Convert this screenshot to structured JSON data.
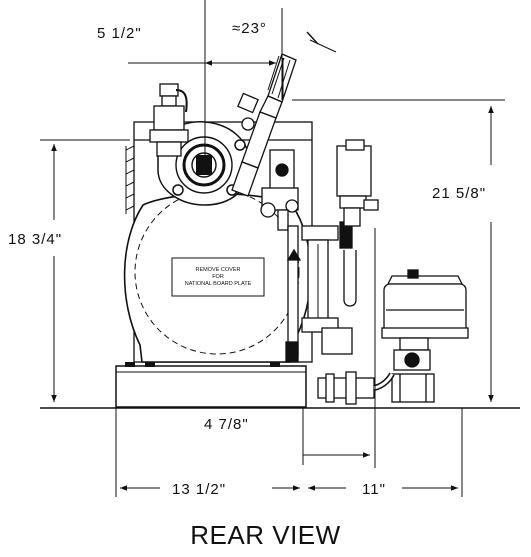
{
  "dimensions": {
    "offset_top": "5 1/2\"",
    "angle": "≈23°",
    "height_total": "21 5/8\"",
    "height_body": "18 3/4\"",
    "offset_inner": "4 7/8\"",
    "width_base": "13 1/2\"",
    "width_side": "11\""
  },
  "nameplate": {
    "line1": "REMOVE COVER",
    "line2": "FOR",
    "line3": "NATIONAL BOARD PLATE"
  },
  "view_title": "REAR VIEW"
}
